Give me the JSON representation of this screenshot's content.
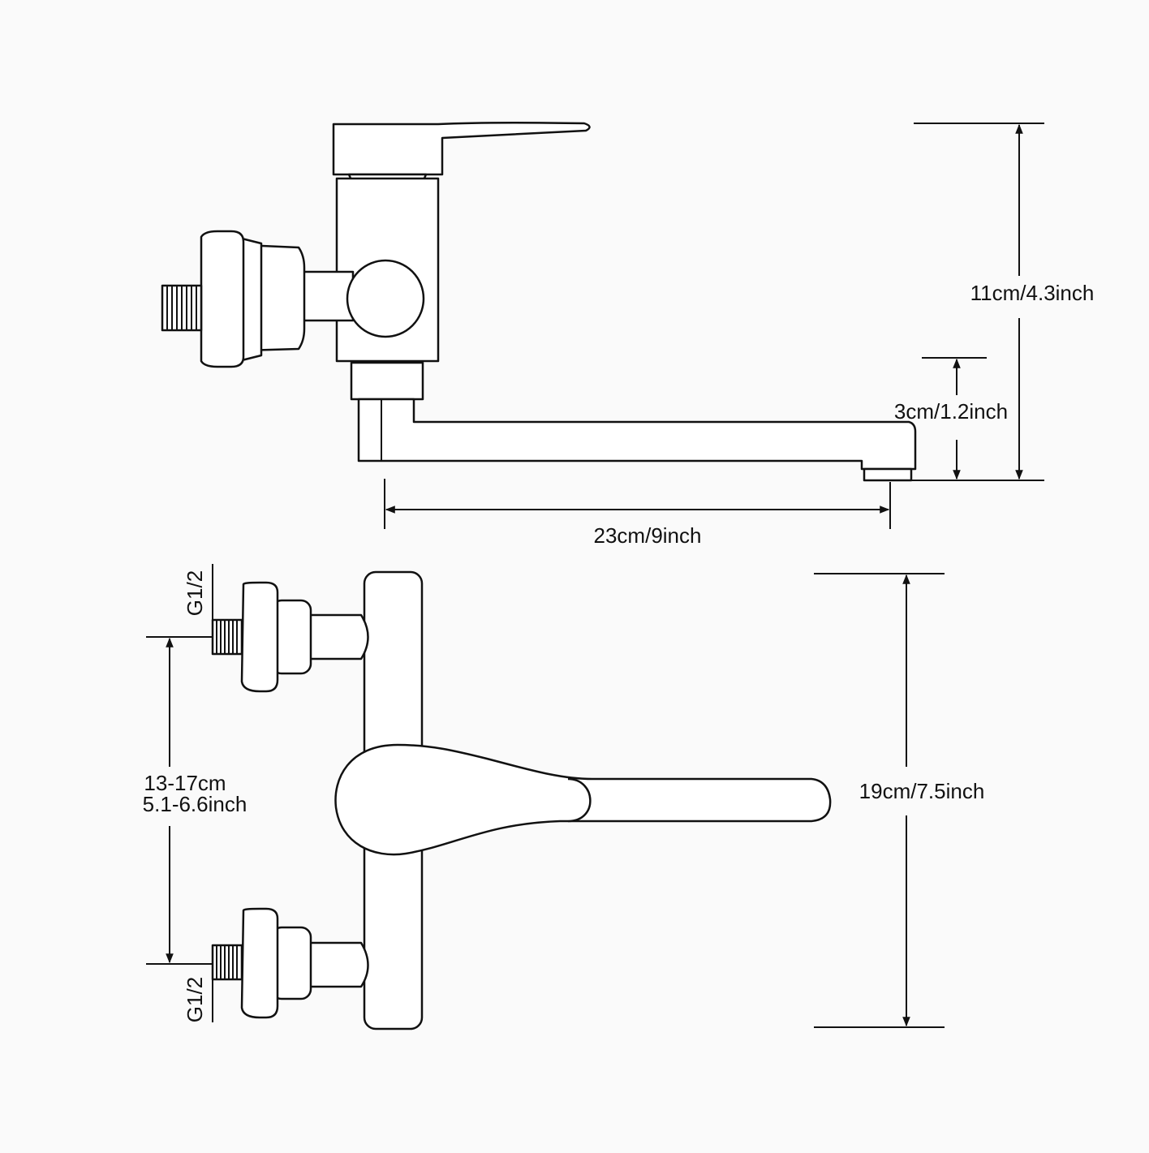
{
  "diagram": {
    "side_view": {
      "dimensions": {
        "height": "11cm/4.3inch",
        "spout_height": "3cm/1.2inch",
        "spout_length": "23cm/9inch"
      }
    },
    "front_view": {
      "dimensions": {
        "inlet_spacing_line1": "13-17cm",
        "inlet_spacing_line2": "5.1-6.6inch",
        "total_length": "19cm/7.5inch",
        "thread_top": "G1/2",
        "thread_bottom": "G1/2"
      }
    }
  }
}
